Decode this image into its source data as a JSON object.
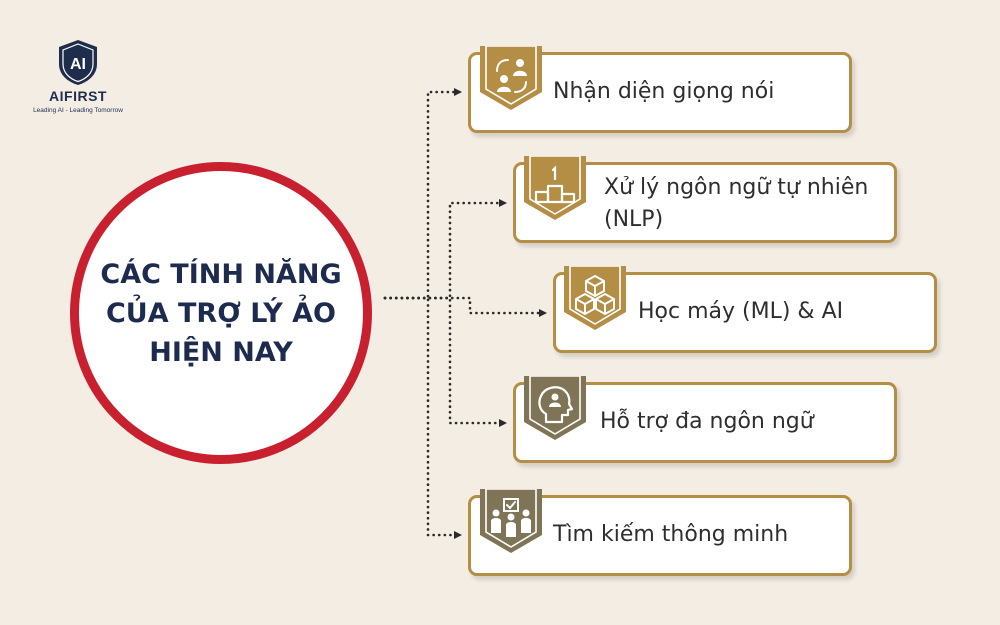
{
  "brand": {
    "logo_letters": "AI",
    "name": "AIFIRST",
    "tagline": "Leading AI - Leading Tomorrow"
  },
  "central_topic": {
    "title": "CÁC TÍNH NĂNG\nCỦA TRỢ LÝ ẢO\nHIỆN NAY"
  },
  "features": [
    {
      "label": "Nhận diện giọng nói",
      "icon": "people-exchange-icon"
    },
    {
      "label": "Xử lý ngôn ngữ tự nhiên\n(NLP)",
      "icon": "podium-ranking-icon"
    },
    {
      "label": "Học máy (ML) & AI",
      "icon": "cubes-icon"
    },
    {
      "label": "Hỗ trợ đa ngôn ngữ",
      "icon": "head-profile-icon"
    },
    {
      "label": "Tìm kiếm thông minh",
      "icon": "team-checklist-icon"
    }
  ],
  "colors": {
    "background": "#f3ede4",
    "circle_border": "#c8202f",
    "title_navy": "#1d2b4f",
    "gold": "#b38e44",
    "olive": "#807457",
    "connector": "#2a2a2a"
  }
}
